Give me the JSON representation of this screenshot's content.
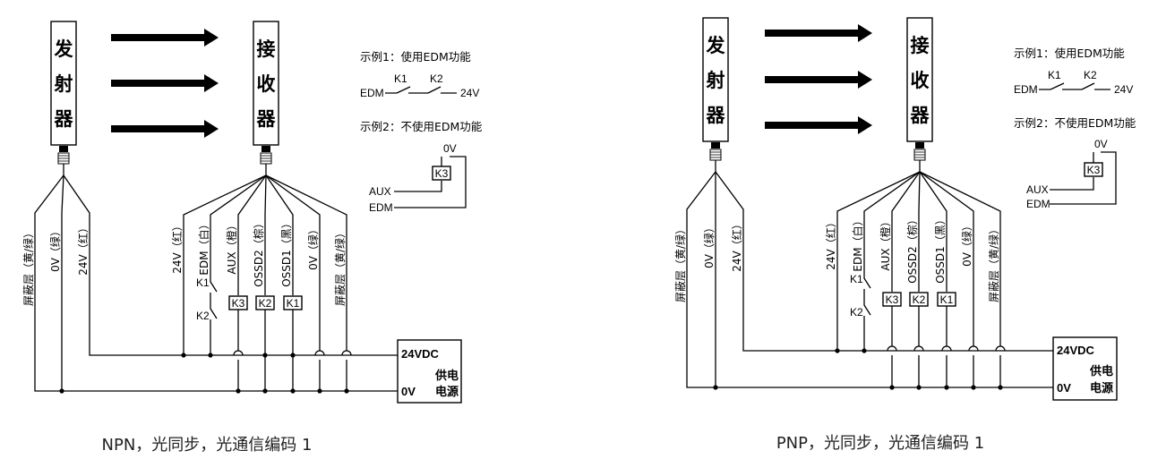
{
  "diagrams": [
    {
      "caption": "NPN，光同步，光通信编码 1",
      "emitter": [
        "发",
        "射",
        "器"
      ],
      "receiver": [
        "接",
        "收",
        "器"
      ],
      "emitter_wires": [
        "屏蔽层（黄/绿）",
        "0V（绿）",
        "24V（红）"
      ],
      "receiver_wires": [
        "24V（红）",
        "EDM（白）",
        "AUX（橙）",
        "OSSD2（棕）",
        "OSSD1（黑）",
        "0V（绿）",
        "屏蔽层（黄/绿）"
      ],
      "relays": [
        "K3",
        "K2",
        "K1"
      ],
      "contacts": [
        "K1",
        "K2"
      ],
      "psu": {
        "v24": "24VDC",
        "v0": "0V",
        "label_1": "供电",
        "label_2": "电源"
      }
    },
    {
      "caption": "PNP，光同步，光通信编码 1",
      "emitter": [
        "发",
        "射",
        "器"
      ],
      "receiver": [
        "接",
        "收",
        "器"
      ],
      "emitter_wires": [
        "屏蔽层（黄/绿）",
        "0V（绿）",
        "24V（红）"
      ],
      "receiver_wires": [
        "24V（红）",
        "EDM（白）",
        "AUX（橙）",
        "OSSD2（棕）",
        "OSSD1（黑）",
        "0V（绿）",
        "屏蔽层（黄/绿）"
      ],
      "relays": [
        "K3",
        "K2",
        "K1"
      ],
      "contacts": [
        "K1",
        "K2"
      ],
      "psu": {
        "v24": "24VDC",
        "v0": "0V",
        "label_1": "供电",
        "label_2": "电源"
      }
    }
  ],
  "examples": {
    "ex1_title": "示例1：使用EDM功能",
    "ex1_edm": "EDM",
    "ex1_k1": "K1",
    "ex1_k2": "K2",
    "ex1_24v": "24V",
    "ex2_title": "示例2：不使用EDM功能",
    "ex2_0v": "0V",
    "ex2_k3": "K3",
    "ex2_aux": "AUX",
    "ex2_edm": "EDM"
  }
}
